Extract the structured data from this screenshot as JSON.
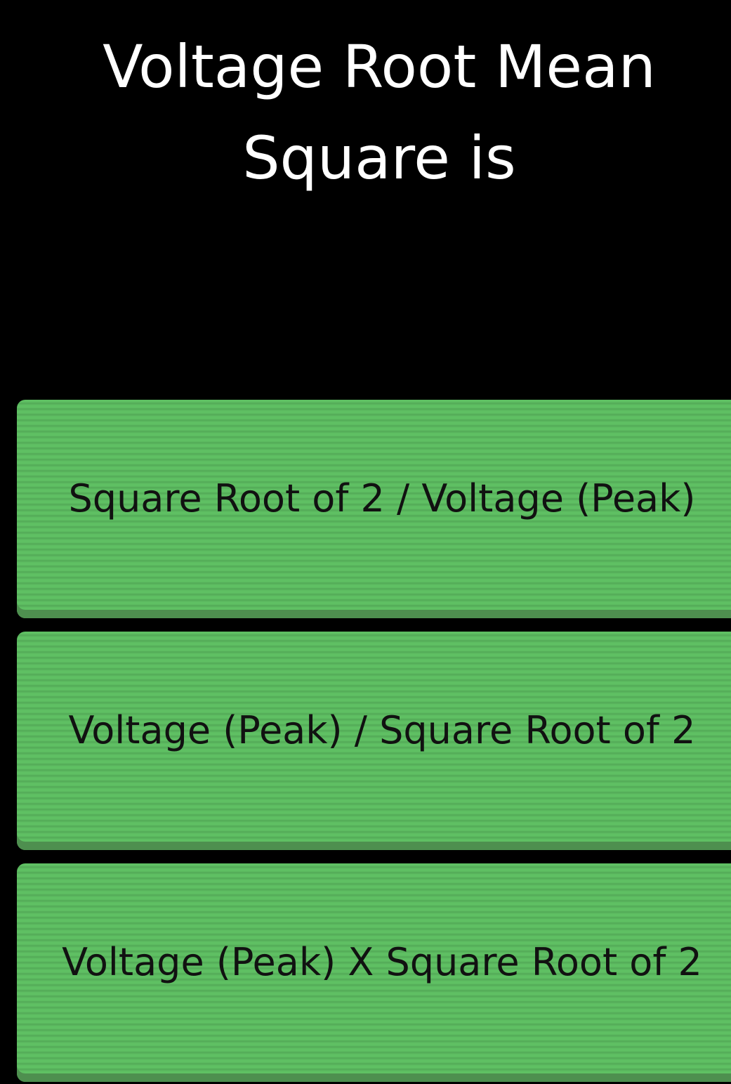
{
  "question": {
    "text": "Voltage Root Mean Square is"
  },
  "answers": [
    {
      "label": "Square Root of 2 / Voltage (Peak)"
    },
    {
      "label": "Voltage (Peak) / Square Root of 2"
    },
    {
      "label": "Voltage (Peak) X Square Root of 2"
    }
  ],
  "colors": {
    "background": "#000000",
    "answer": "#5fc063",
    "answer_shadow": "#4e8f4f",
    "title": "#ffffff"
  }
}
